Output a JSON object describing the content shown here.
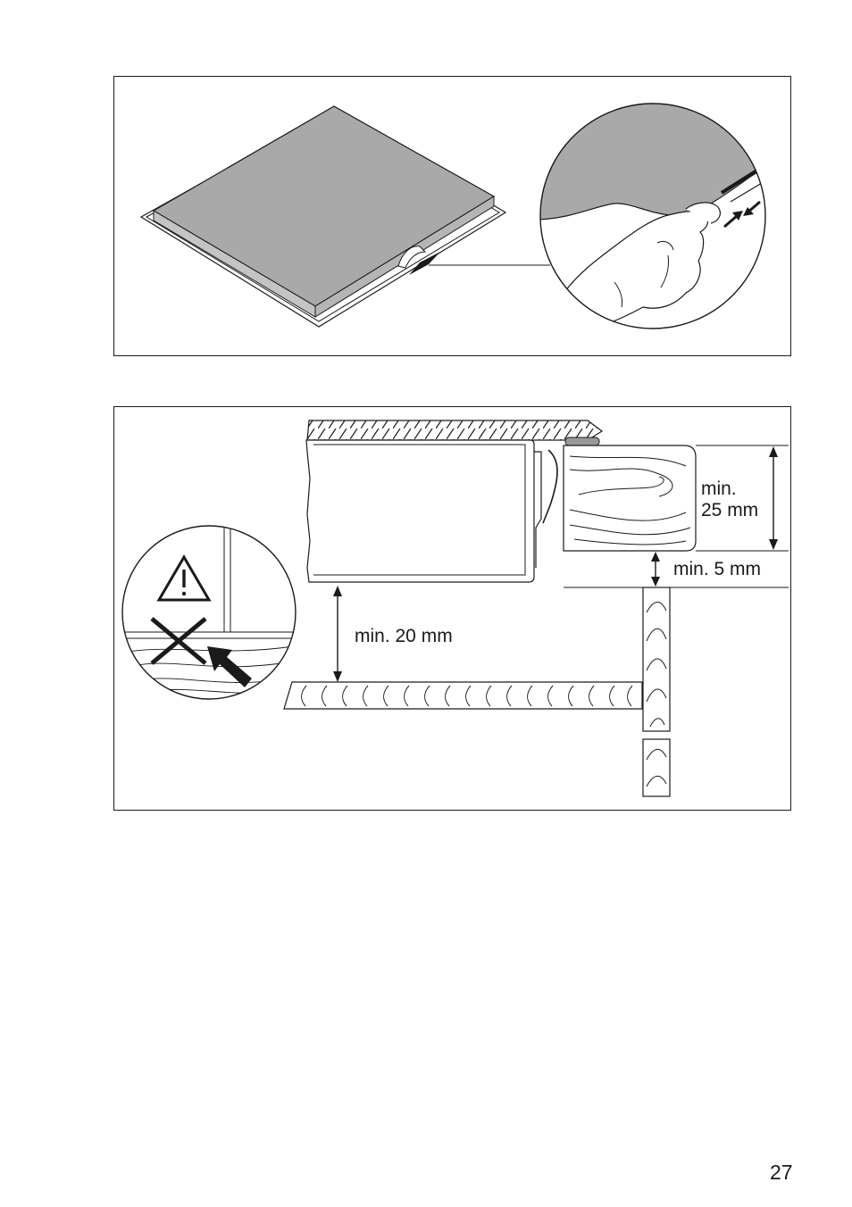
{
  "figures": {
    "seal_install": {
      "description_icons": [
        "hob-panel",
        "sealing-strip",
        "hand-pressing-strip",
        "compress-arrows-icon"
      ]
    },
    "clearance": {
      "label_min_25": "min.",
      "label_min_25_value": "25 mm",
      "label_min_5": "min. 5 mm",
      "label_min_20": "min. 20 mm",
      "icons": [
        "warning-triangle-icon",
        "cross-icon",
        "arrow-icon"
      ]
    }
  },
  "page_number": "27"
}
